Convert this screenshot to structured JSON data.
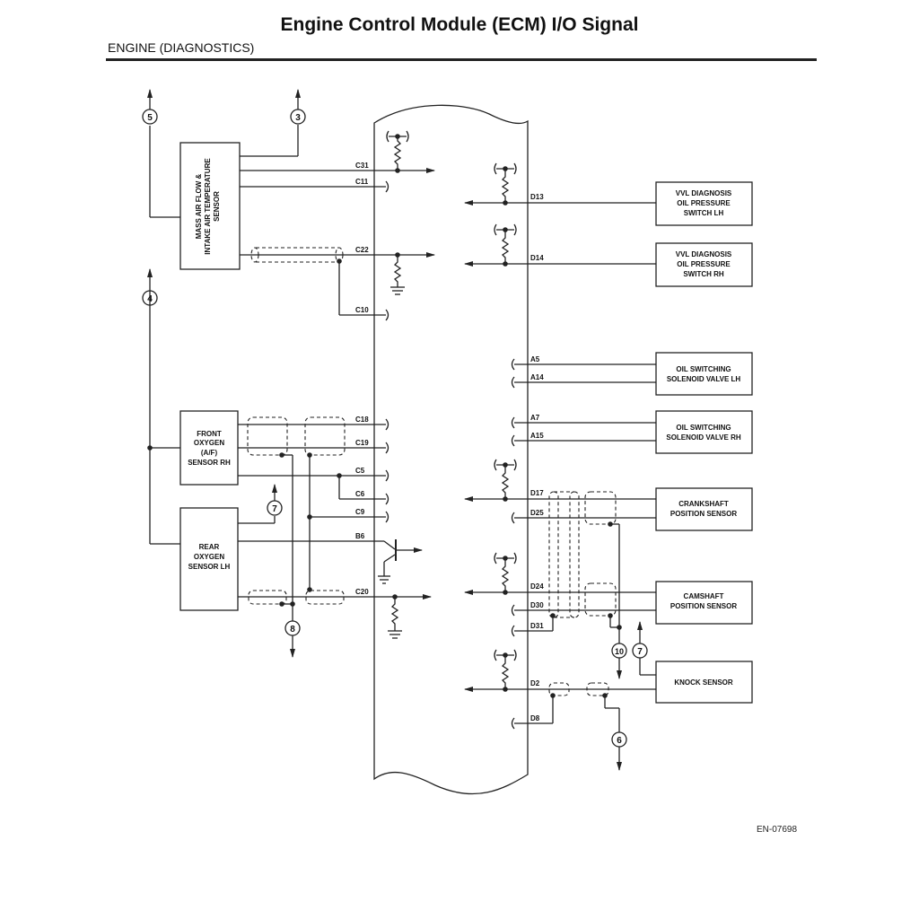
{
  "header": {
    "title": "Engine Control Module (ECM) I/O Signal",
    "section": "ENGINE (DIAGNOSTICS)"
  },
  "figure_id": "EN-07698",
  "components": {
    "maf": [
      "MASS AIR FLOW &",
      "INTAKE AIR TEMPERATURE",
      "SENSOR"
    ],
    "vvl_lh": [
      "VVL DIAGNOSIS",
      "OIL PRESSURE",
      "SWITCH LH"
    ],
    "vvl_rh": [
      "VVL DIAGNOSIS",
      "OIL PRESSURE",
      "SWITCH RH"
    ],
    "osv_lh": [
      "OIL SWITCHING",
      "SOLENOID VALVE LH"
    ],
    "osv_rh": [
      "OIL SWITCHING",
      "SOLENOID VALVE RH"
    ],
    "front_o2": [
      "FRONT",
      "OXYGEN",
      "(A/F)",
      "SENSOR RH"
    ],
    "rear_o2": [
      "REAR",
      "OXYGEN",
      "SENSOR LH"
    ],
    "crank": [
      "CRANKSHAFT",
      "POSITION SENSOR"
    ],
    "cam": [
      "CAMSHAFT",
      "POSITION SENSOR"
    ],
    "knock": [
      "KNOCK SENSOR"
    ]
  },
  "pins": {
    "C31": "C31",
    "C11": "C11",
    "C22": "C22",
    "C10": "C10",
    "C18": "C18",
    "C19": "C19",
    "C5": "C5",
    "C6": "C6",
    "C9": "C9",
    "B6": "B6",
    "C20": "C20",
    "D13": "D13",
    "D14": "D14",
    "A5": "A5",
    "A14": "A14",
    "A7": "A7",
    "A15": "A15",
    "D17": "D17",
    "D25": "D25",
    "D24": "D24",
    "D30": "D30",
    "D31": "D31",
    "D2": "D2",
    "D8": "D8"
  },
  "connectors": {
    "c5": "5",
    "c3": "3",
    "c4": "4",
    "c7a": "7",
    "c8": "8",
    "c10": "10",
    "c7b": "7",
    "c6": "6"
  }
}
